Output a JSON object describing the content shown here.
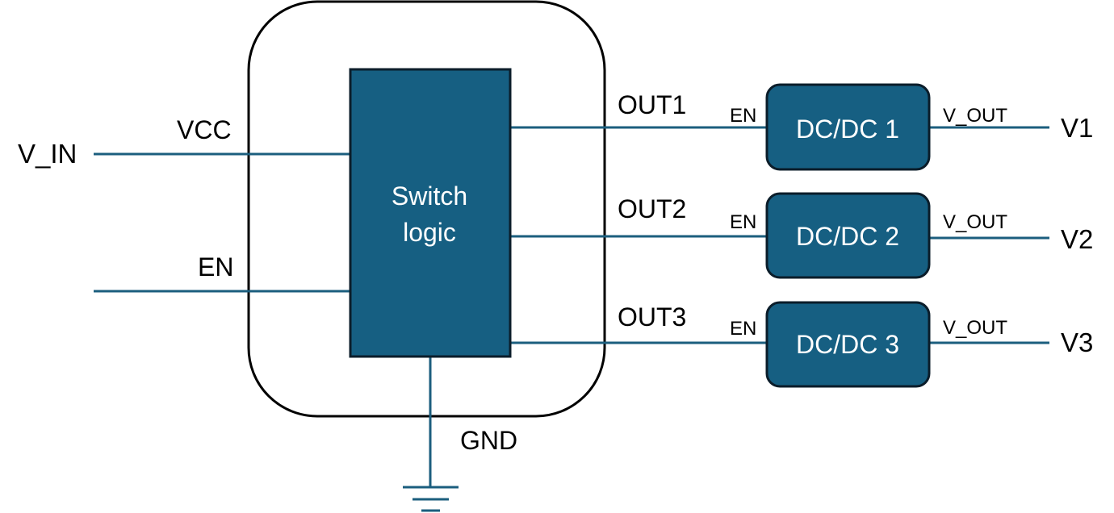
{
  "ic": {
    "core_line1": "Switch",
    "core_line2": "logic",
    "pins": {
      "vcc": "VCC",
      "en": "EN",
      "gnd": "GND",
      "out1": "OUT1",
      "out2": "OUT2",
      "out3": "OUT3"
    }
  },
  "inputs": {
    "v_in": "V_IN"
  },
  "converters": [
    {
      "name": "DC/DC 1",
      "en_label": "EN",
      "out_label": "V_OUT",
      "output": "V1"
    },
    {
      "name": "DC/DC 2",
      "en_label": "EN",
      "out_label": "V_OUT",
      "output": "V2"
    },
    {
      "name": "DC/DC 3",
      "en_label": "EN",
      "out_label": "V_OUT",
      "output": "V3"
    }
  ],
  "colors": {
    "block_fill": "#165f82",
    "wire": "#1b5e7e",
    "block_text": "#ffffff",
    "label_text": "#000000"
  }
}
